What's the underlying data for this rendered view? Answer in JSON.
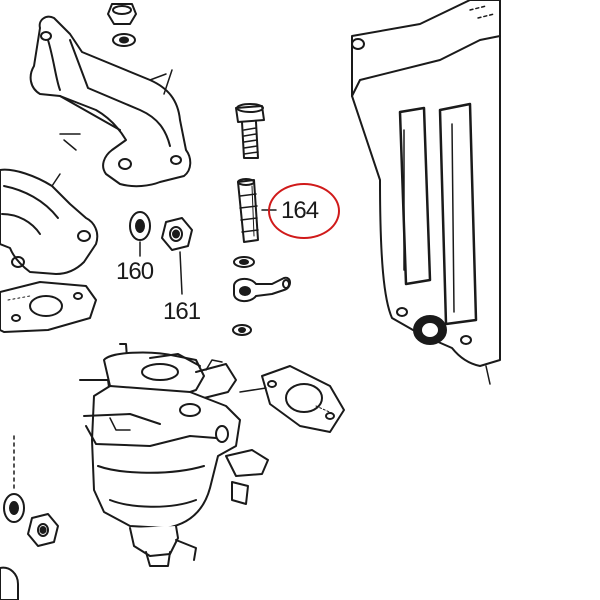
{
  "diagram": {
    "callouts": [
      {
        "id": "160",
        "text": "160"
      },
      {
        "id": "161",
        "text": "161"
      },
      {
        "id": "164",
        "text": "164",
        "highlighted": true
      }
    ],
    "colors": {
      "ink": "#1a1a1a",
      "highlight_ring": "#d01a1a",
      "background": "#ffffff"
    },
    "parts": [
      "exhaust-elbow",
      "intake-manifold",
      "washer",
      "nut",
      "banjo-bolt",
      "fuel-filter",
      "banjo-fitting",
      "carburetor",
      "carburetor-gasket",
      "air-silencer-housing",
      "small-nut",
      "small-washer"
    ]
  }
}
